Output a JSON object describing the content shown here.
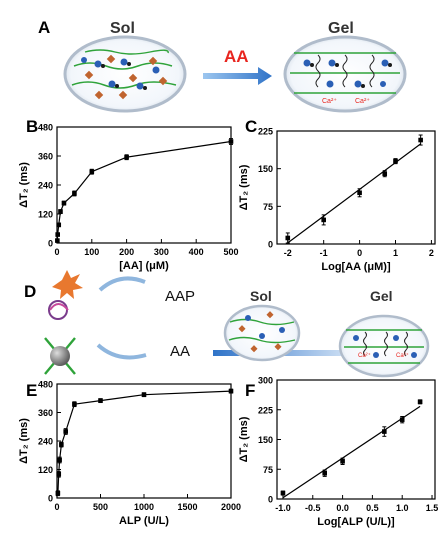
{
  "panel_labels": {
    "a": "A",
    "b": "B",
    "c": "C",
    "d": "D",
    "e": "E",
    "f": "F"
  },
  "scheme_top": {
    "sol_label": "Sol",
    "gel_label": "Gel",
    "arrow_label": "AA",
    "ion_label": "Ca²⁺"
  },
  "scheme_bottom": {
    "aap_label": "AAP",
    "aa_label": "AA",
    "sol_label": "Sol",
    "gel_label": "Gel",
    "ion_label": "Ca²⁺"
  },
  "colors": {
    "accent_red": "#e8251f",
    "axis": "#000000",
    "strand_green": "#2fa33a",
    "arrow_blue": "#3d7fd0"
  },
  "chart_data": [
    {
      "id": "B",
      "type": "scatter",
      "title": "",
      "xlabel": "[AA] (μM)",
      "ylabel": "ΔT₂ (ms)",
      "xlim": [
        0,
        500
      ],
      "ylim": [
        0,
        480
      ],
      "xticks": [
        0,
        100,
        200,
        300,
        400,
        500
      ],
      "yticks": [
        0,
        120,
        240,
        360,
        480
      ],
      "x": [
        1,
        2,
        5,
        10,
        20,
        50,
        100,
        200,
        500
      ],
      "y": [
        10,
        35,
        75,
        130,
        165,
        205,
        295,
        355,
        420
      ],
      "err": [
        6,
        6,
        7,
        8,
        8,
        10,
        10,
        10,
        12
      ],
      "fit": "curve"
    },
    {
      "id": "C",
      "type": "scatter",
      "title": "",
      "xlabel": "Log[AA (μM)]",
      "ylabel": "ΔT₂ (ms)",
      "xlim": [
        -2.3,
        2.1
      ],
      "ylim": [
        0,
        225
      ],
      "xticks": [
        -2,
        -1,
        0,
        1,
        2
      ],
      "yticks": [
        0,
        75,
        150,
        225
      ],
      "x": [
        -2,
        -1,
        0,
        0.7,
        1,
        1.7
      ],
      "y": [
        12,
        48,
        102,
        140,
        165,
        207
      ],
      "err": [
        10,
        10,
        8,
        6,
        5,
        10
      ],
      "fit": "line"
    },
    {
      "id": "E",
      "type": "scatter",
      "title": "",
      "xlabel": "ALP (U/L)",
      "ylabel": "ΔT₂ (ms)",
      "xlim": [
        0,
        2000
      ],
      "ylim": [
        0,
        480
      ],
      "xticks": [
        0,
        500,
        1000,
        1500,
        2000
      ],
      "yticks": [
        0,
        120,
        240,
        360,
        480
      ],
      "x": [
        10,
        20,
        30,
        50,
        100,
        200,
        500,
        1000,
        2000
      ],
      "y": [
        20,
        100,
        160,
        225,
        280,
        395,
        410,
        435,
        450
      ],
      "err": [
        10,
        12,
        12,
        10,
        12,
        10,
        8,
        8,
        8
      ],
      "fit": "curve"
    },
    {
      "id": "F",
      "type": "scatter",
      "title": "",
      "xlabel": "Log[ALP (U/L)]",
      "ylabel": "ΔT₂ (ms)",
      "xlim": [
        -1.1,
        1.55
      ],
      "ylim": [
        0,
        300
      ],
      "xticks": [
        -1.0,
        -0.5,
        0.0,
        0.5,
        1.0,
        1.5
      ],
      "xtick_labels": [
        "-1.0",
        "-0.5",
        "0.0",
        "0.5",
        "1.0",
        "1.5"
      ],
      "yticks": [
        0,
        75,
        150,
        225,
        300
      ],
      "x": [
        -1,
        -0.3,
        0,
        0.7,
        1,
        1.3
      ],
      "y": [
        15,
        65,
        95,
        170,
        200,
        245
      ],
      "err": [
        5,
        8,
        8,
        12,
        8,
        5
      ],
      "fit": "line"
    }
  ]
}
